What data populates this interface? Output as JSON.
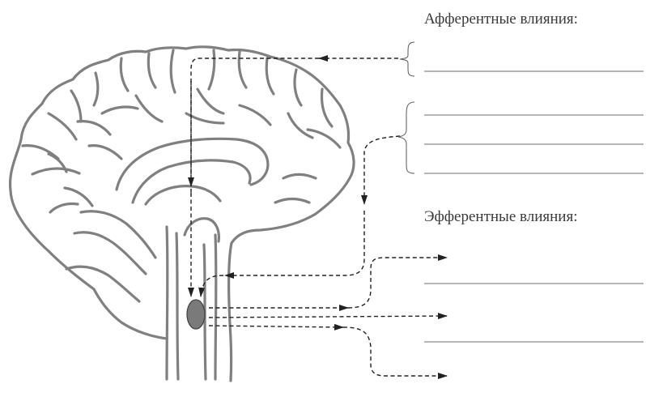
{
  "labels": {
    "afferent": "Афферентные влияния:",
    "efferent": "Эфферентные влияния:"
  },
  "colors": {
    "brain_stroke": "#808080",
    "nucleus_fill": "#7a7a7a",
    "arrow": "#222222",
    "answer_line": "#8a8a8a"
  },
  "answer_lines": {
    "afferent_group_1": 1,
    "afferent_group_2": 3,
    "efferent": 2
  }
}
